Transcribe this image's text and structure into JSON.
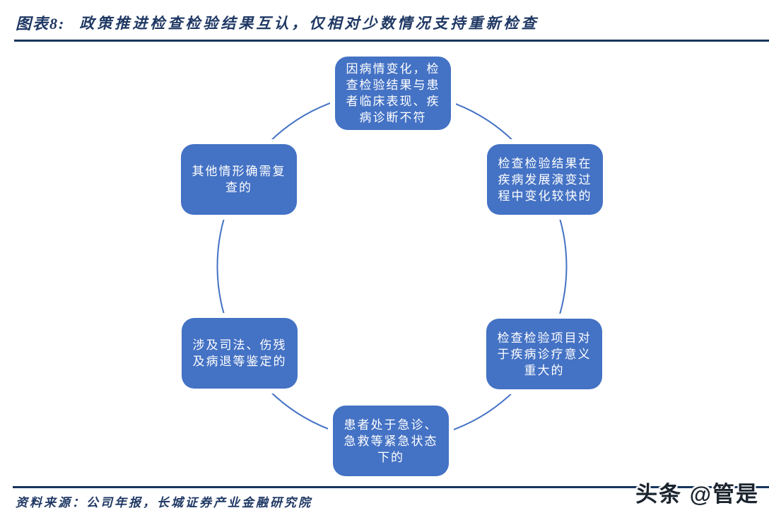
{
  "header": {
    "figure_label": "图表8:",
    "title": "政策推进检查检验结果互认，仅相对少数情况支持重新检查"
  },
  "diagram": {
    "type": "cycle",
    "node_count": 6,
    "colors": {
      "node_fill": "#4472C4",
      "node_text": "#FFFFFF",
      "ring_stroke": "#4472C4",
      "header_text": "#1F3864",
      "rule": "#17365D"
    },
    "nodes": [
      {
        "position": "top",
        "label": "因病情变化，检\n查检验结果与患\n者临床表现、疾\n病诊断不符"
      },
      {
        "position": "top-right",
        "label": "检查检验结果在\n疾病发展演变过\n程中变化较快的"
      },
      {
        "position": "bottom-right",
        "label": "检查检验项目对\n于疾病诊疗意义\n重大的"
      },
      {
        "position": "bottom",
        "label": "患者处于急诊、\n急救等紧急状态\n下的"
      },
      {
        "position": "bottom-left",
        "label": "涉及司法、伤残\n及病退等鉴定的"
      },
      {
        "position": "top-left",
        "label": "其他情形确需复\n查的"
      }
    ]
  },
  "footer": {
    "source": "资料来源：公司年报，长城证券产业金融研究院"
  },
  "watermark": {
    "text": "头条 @管是"
  }
}
